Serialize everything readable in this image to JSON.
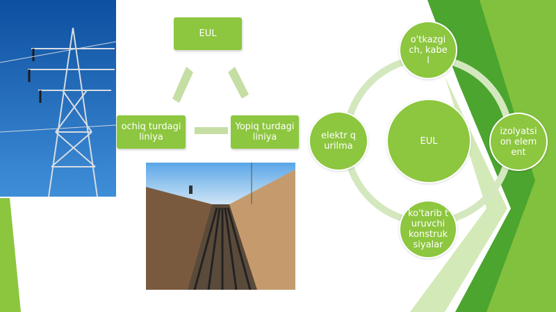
{
  "triangle": {
    "top_box": "EUL",
    "left_box": "ochiq turdagi liniya",
    "right_box": "Yopiq turdagi liniya"
  },
  "cycle": {
    "center": "EUL",
    "top": "o'tkazgich, kabel",
    "right": "izolyatsion element",
    "bottom": "ko'tarib turuvchi konstruksiyalar",
    "left": "elektr qurilma"
  },
  "colors": {
    "node_fill": "#8dc63f",
    "arrow": "#c5dea4",
    "ring": "#d4e8bf",
    "accent_dark": "#3a9a28",
    "accent_light": "#a8d25c"
  },
  "images": {
    "pylon": "power-transmission-tower-photo",
    "trench": "cable-trench-photo"
  }
}
